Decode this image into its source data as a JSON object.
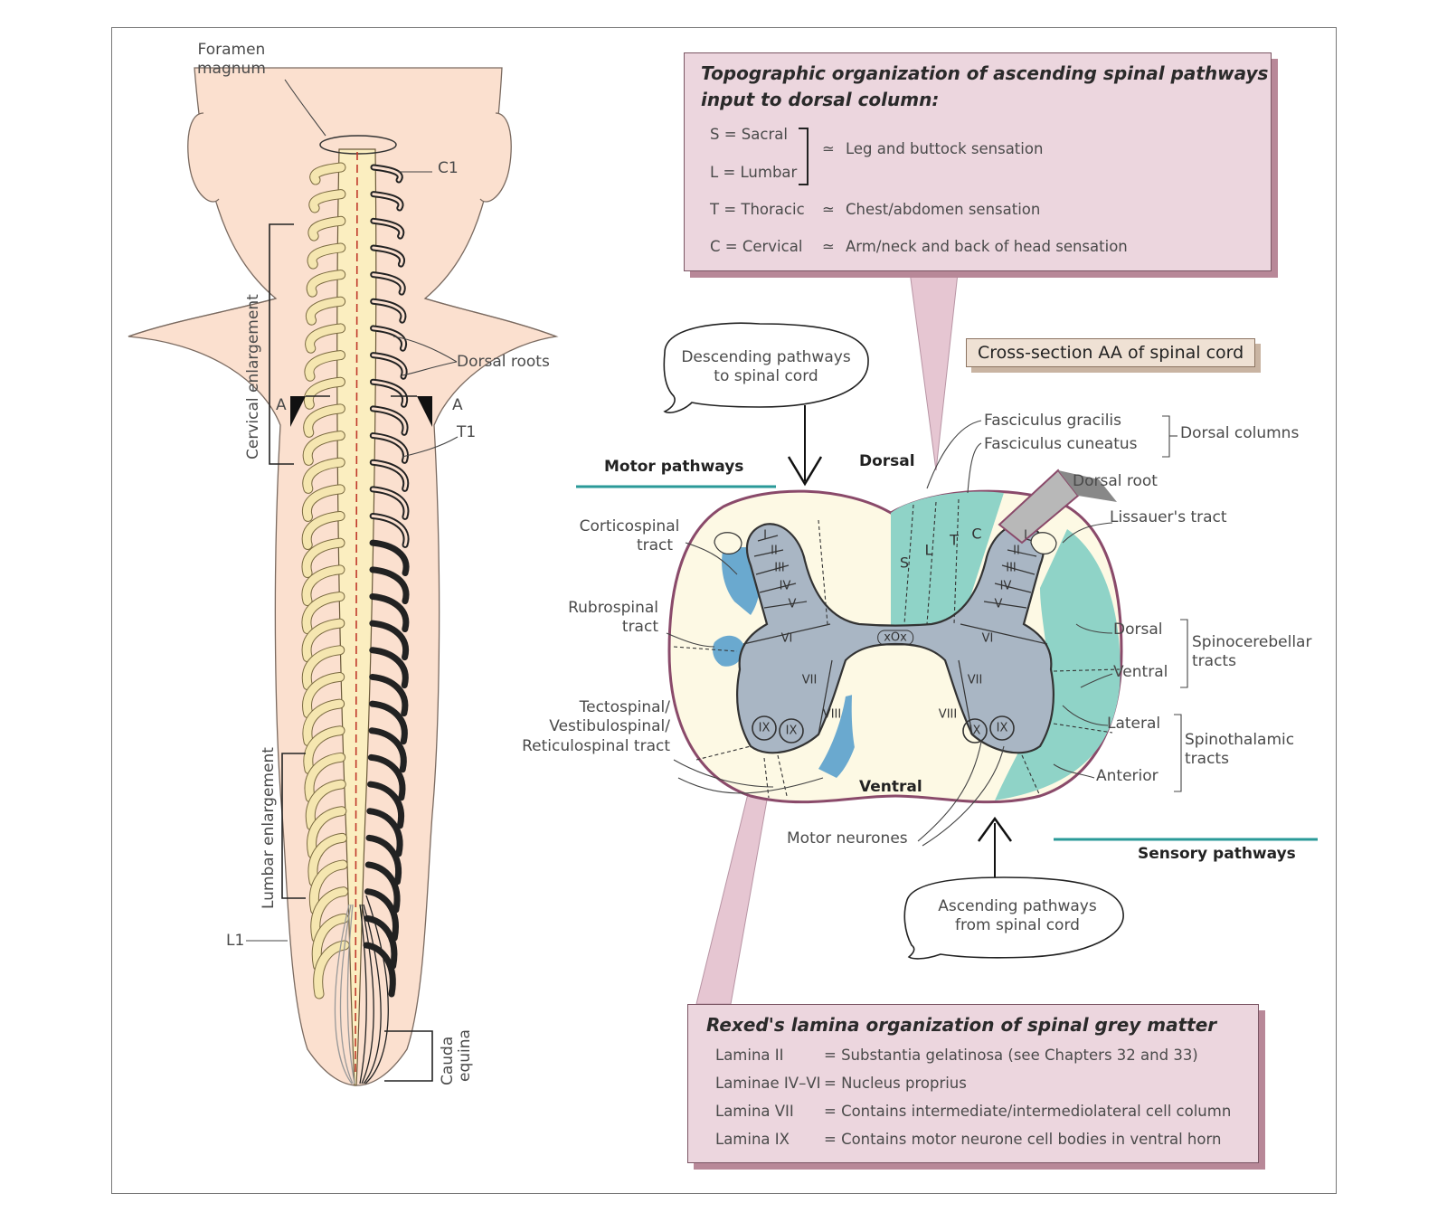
{
  "left_figure": {
    "foramen_magnum": [
      "Foramen",
      "magnum"
    ],
    "c1": "C1",
    "dorsal_roots": "Dorsal roots",
    "cervical_enlargement": "Cervical enlargement",
    "section_mark_left": "A",
    "section_mark_right": "A",
    "t1": "T1",
    "lumbar_enlargement": "Lumbar enlargement",
    "l1": "L1",
    "cauda_equina": [
      "Cauda",
      "equina"
    ]
  },
  "topo_box": {
    "title": [
      "Topographic organization of ascending spinal pathways",
      "input to dorsal column:"
    ],
    "sacral": "S = Sacral",
    "lumbar": "L = Lumbar",
    "thoracic": "T = Thoracic",
    "cervical": "C = Cervical",
    "approx": "≃",
    "leg": "Leg and buttock sensation",
    "chest": "Chest/abdomen sensation",
    "arm": "Arm/neck and back of head sensation"
  },
  "cross_section_label": "Cross-section AA of spinal cord",
  "cross_section": {
    "descending_bubble": [
      "Descending pathways",
      "to spinal cord"
    ],
    "ascending_bubble": [
      "Ascending pathways",
      "from spinal cord"
    ],
    "motor_pathways": "Motor pathways",
    "sensory_pathways": "Sensory pathways",
    "dorsal": "Dorsal",
    "ventral": "Ventral",
    "fasciculus_gracilis": "Fasciculus gracilis",
    "fasciculus_cuneatus": "Fasciculus cuneatus",
    "dorsal_columns": "Dorsal columns",
    "dorsal_root": "Dorsal root",
    "lissauer": "Lissauer's tract",
    "corticospinal": [
      "Corticospinal",
      "tract"
    ],
    "rubrospinal": [
      "Rubrospinal",
      "tract"
    ],
    "tecto": [
      "Tectospinal/",
      "Vestibulospinal/",
      "Reticulospinal tract"
    ],
    "dorsal_sc": "Dorsal",
    "ventral_sc": "Ventral",
    "spinocerebellar": [
      "Spinocerebellar",
      "tracts"
    ],
    "lateral_st": "Lateral",
    "anterior_st": "Anterior",
    "spinothalamic": [
      "Spinothalamic",
      "tracts"
    ],
    "motor_neurones": "Motor neurones",
    "dc_letters": [
      "S",
      "L",
      "T",
      "C"
    ],
    "laminae_left": [
      "I",
      "II",
      "III",
      "IV",
      "V",
      "VI",
      "VII",
      "VIII",
      "IX",
      "IX"
    ],
    "laminae_right": [
      "I",
      "II",
      "III",
      "IV",
      "V",
      "VI",
      "VII",
      "VIII",
      "IX",
      "IX"
    ],
    "central": "xOx"
  },
  "rexed_box": {
    "title": "Rexed's lamina organization of spinal grey matter",
    "rows": [
      {
        "lamina": "Lamina II",
        "desc": "=  Substantia gelatinosa (see Chapters 32 and 33)"
      },
      {
        "lamina": "Laminae IV–VI",
        "desc": "=  Nucleus proprius"
      },
      {
        "lamina": "Lamina VII",
        "desc": "=  Contains intermediate/intermediolateral cell column"
      },
      {
        "lamina": "Lamina IX",
        "desc": "=  Contains motor neurone cell bodies in ventral horn"
      }
    ]
  },
  "colors": {
    "skin": "#fbe0cf",
    "cord": "#fbeec0",
    "root": "#f5e6b0",
    "grey_matter": "#a9b6c4",
    "white_matter": "#fdf9e4",
    "motor_blue": "#6aa9cf",
    "sensory_teal": "#8fd3c7",
    "outline": "#8a4a6a",
    "box_pink": "#ecd6de",
    "teal_line": "#2a9a98"
  }
}
